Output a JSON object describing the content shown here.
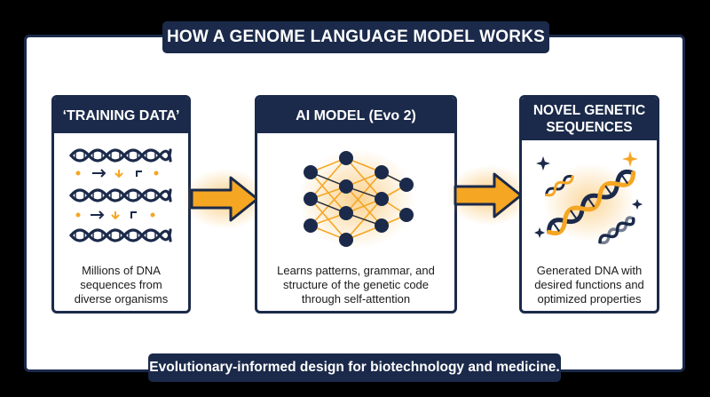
{
  "title": "HOW A GENOME LANGUAGE MODEL WORKS",
  "footer": "Evolutionary-informed design for biotechnology and medicine.",
  "panels": [
    {
      "heading": "‘TRAINING DATA’",
      "icon": "dna-strands-icon",
      "description": "Millions of DNA\nsequences from\ndiverse organisms"
    },
    {
      "heading": "AI MODEL (Evo 2)",
      "icon": "neural-network-icon",
      "description": "Learns patterns, grammar, and\nstructure of the genetic code\nthrough self-attention"
    },
    {
      "heading": "NOVEL GENETIC\nSEQUENCES",
      "icon": "generated-dna-icon",
      "description": "Generated DNA with\ndesired functions and\noptimized properties"
    }
  ],
  "colors": {
    "navy": "#1b2a4a",
    "accent": "#f5a623",
    "background": "#000000",
    "panel": "#ffffff"
  }
}
